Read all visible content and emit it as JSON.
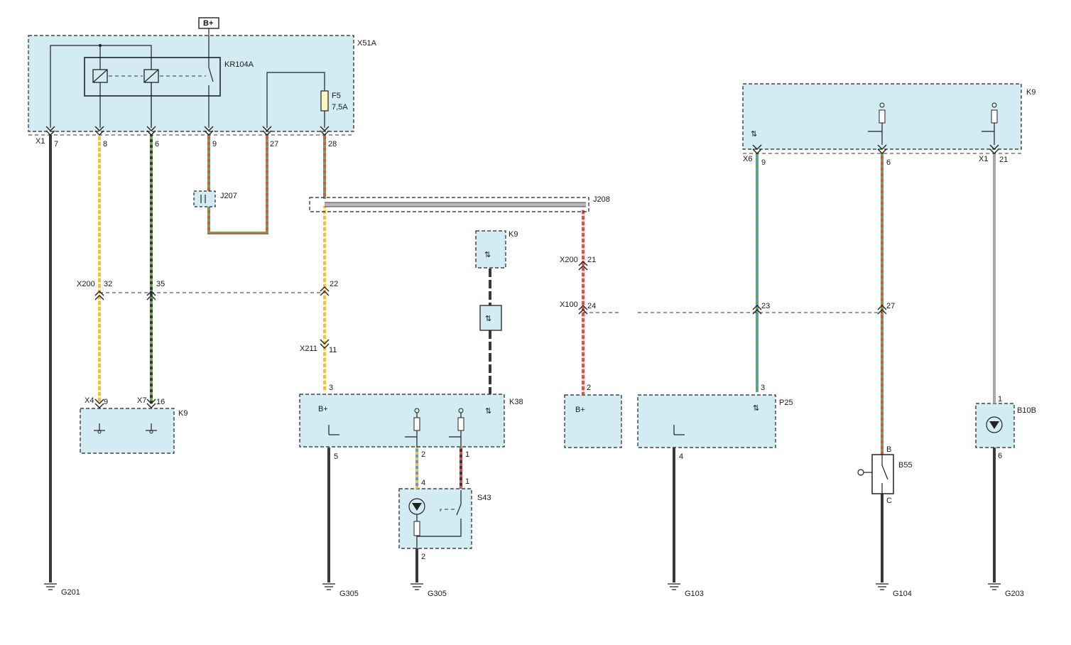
{
  "supply": "B+",
  "modules": {
    "x51a": "X51A",
    "relay": "KR104A",
    "fuse": "F5",
    "fuse_rating": "7,5A",
    "k9_top": "K9",
    "k9_left": "K9",
    "k9_mid": "K9",
    "k38": "K38",
    "p25": "P25",
    "s43": "S43",
    "b55": "B55",
    "b10b": "B10B",
    "j207": "J207",
    "j208": "J208",
    "k38_bplus": "B+",
    "k9mid_bplus": "B+"
  },
  "connectors": {
    "x1": "X1",
    "x6": "X6",
    "x1_k9": "X1",
    "x200a": "X200",
    "x200b": "X200",
    "x100": "X100",
    "x211": "X211",
    "x4": "X4",
    "x7": "X7"
  },
  "pins": {
    "p7": "7",
    "p8": "8",
    "p6": "6",
    "p9": "9",
    "p27": "27",
    "p28": "28",
    "k9_9": "9",
    "k9_6": "6",
    "k9_21": "21",
    "x200_32": "32",
    "x200_35": "35",
    "x200_22": "22",
    "x200_21": "21",
    "x100_24": "24",
    "x100_23": "23",
    "x100_27": "27",
    "x211_11": "11",
    "x4_9": "9",
    "x7_16": "16",
    "k38_3": "3",
    "k38_5": "5",
    "k38_2": "2",
    "k38_1": "1",
    "s43_4": "4",
    "s43_1": "1",
    "s43_2": "2",
    "k9mid_2": "2",
    "p25_3": "3",
    "p25_4": "4",
    "b55_b": "B",
    "b55_c": "C",
    "b10b_1": "1",
    "b10b_6": "6"
  },
  "grounds": [
    "G201",
    "G305",
    "G305",
    "G103",
    "G104",
    "G203"
  ],
  "colors": {
    "black": "#3a3a3a",
    "yellow": "#f0c040",
    "green": "#6aa84f",
    "red": "#d9534f",
    "blue": "#5b9bd5",
    "grey": "#a8a8a8",
    "module_fill": "#d3ebf2"
  }
}
